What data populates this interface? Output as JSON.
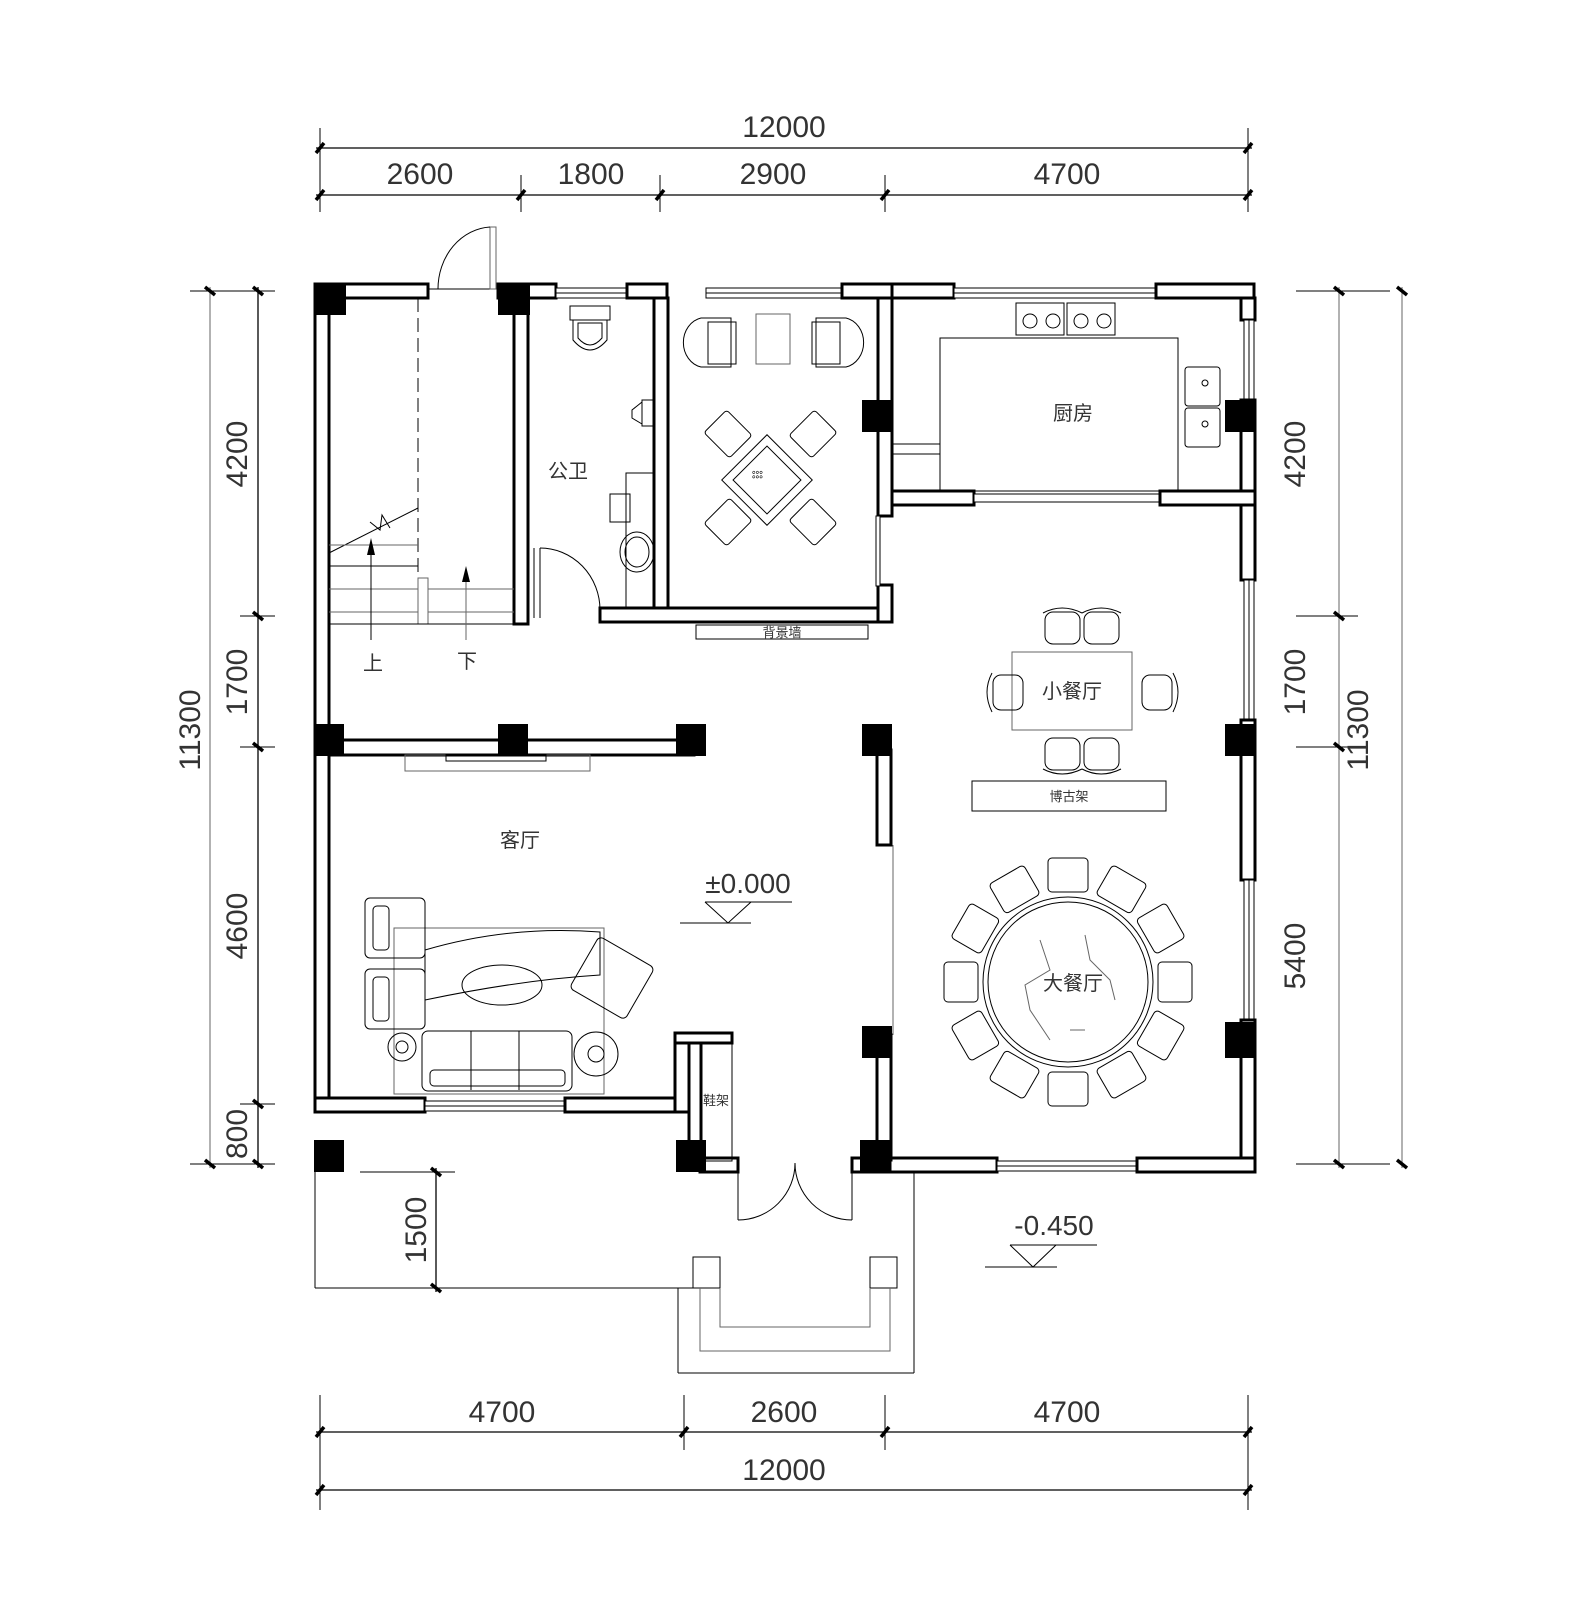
{
  "dimensions": {
    "top": {
      "total": "12000",
      "segments": [
        "2600",
        "1800",
        "2900",
        "4700"
      ]
    },
    "bottom": {
      "total": "12000",
      "segments": [
        "4700",
        "2600",
        "4700"
      ]
    },
    "left": {
      "total": "11300",
      "segments": [
        "4200",
        "1700",
        "4600",
        "800"
      ]
    },
    "right": {
      "total": "11300",
      "segments": [
        "4200",
        "1700",
        "5400"
      ]
    },
    "porch_depth": "1500"
  },
  "rooms": {
    "public_bathroom": "公卫",
    "kitchen": "厨房",
    "small_dining": "小餐厅",
    "large_dining": "大餐厅",
    "living_room": "客厅"
  },
  "fixtures": {
    "feature_wall": "背景墙",
    "antique_shelf": "博古架",
    "shoe_rack": "鞋架"
  },
  "stairs": {
    "up": "上",
    "down": "下"
  },
  "levels": {
    "floor": "±0.000",
    "exterior": "-0.450"
  }
}
